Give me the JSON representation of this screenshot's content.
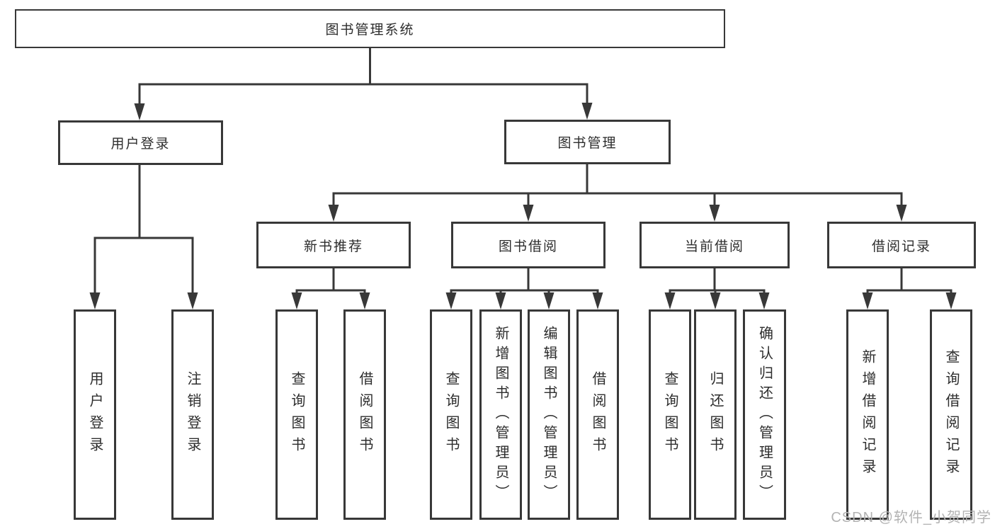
{
  "tree": {
    "root": "图书管理系统",
    "children": [
      {
        "label": "用户登录",
        "children": [
          "用户登录",
          "注销登录"
        ]
      },
      {
        "label": "图书管理",
        "children": [
          {
            "label": "新书推荐",
            "children": [
              "查询图书",
              "借阅图书"
            ]
          },
          {
            "label": "图书借阅",
            "children": [
              "查询图书",
              "新增图书（管理员）",
              "编辑图书（管理员）",
              "借阅图书"
            ]
          },
          {
            "label": "当前借阅",
            "children": [
              "查询图书",
              "归还图书",
              "确认归还（管理员）"
            ]
          },
          {
            "label": "借阅记录",
            "children": [
              "新增借阅记录",
              "查询借阅记录"
            ]
          }
        ]
      }
    ]
  },
  "watermark": "CSDN @软件_小贺同学",
  "colors": {
    "line": "#383838",
    "text": "#2d2d2d",
    "watermark": "#b3b3b3",
    "background": "#ffffff"
  }
}
